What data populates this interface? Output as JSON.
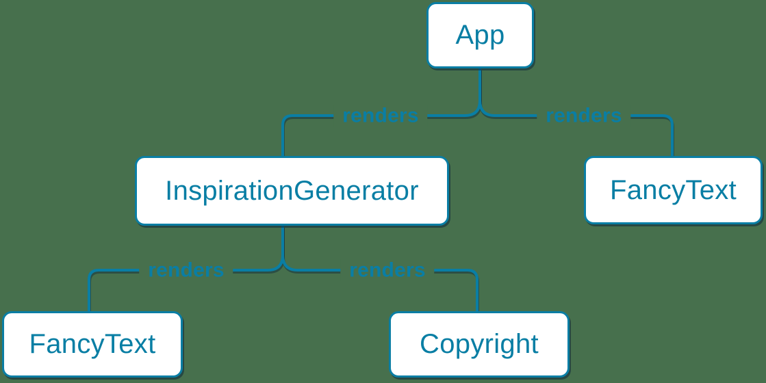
{
  "canvas": {
    "background_color": "#47704d",
    "accent_color": "#0a7ea4",
    "node_fill_color": "#ffffff",
    "shadow_color": "rgba(12,40,60,0.55)"
  },
  "diagram": {
    "type": "component-tree",
    "nodes": [
      {
        "id": "app",
        "label": "App"
      },
      {
        "id": "inspiration-generator",
        "label": "InspirationGenerator"
      },
      {
        "id": "fancy-text-top",
        "label": "FancyText"
      },
      {
        "id": "fancy-text-bottom",
        "label": "FancyText"
      },
      {
        "id": "copyright",
        "label": "Copyright"
      }
    ],
    "edges": [
      {
        "from": "App",
        "to": "InspirationGenerator",
        "label": "renders"
      },
      {
        "from": "App",
        "to": "FancyText",
        "label": "renders"
      },
      {
        "from": "InspirationGenerator",
        "to": "FancyText",
        "label": "renders"
      },
      {
        "from": "InspirationGenerator",
        "to": "Copyright",
        "label": "renders"
      }
    ]
  }
}
